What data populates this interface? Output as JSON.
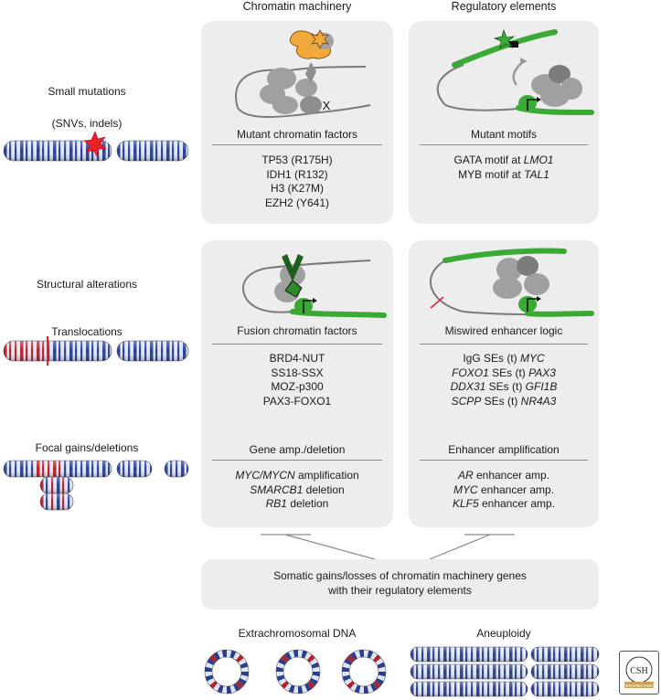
{
  "columns": {
    "chromatin_machinery": "Chromatin machinery",
    "regulatory_elements": "Regulatory elements"
  },
  "rows": {
    "small_mutations": "Small mutations",
    "snv_indels": "(SNVs, indels)",
    "structural_alterations": "Structural alterations",
    "translocations": "Translocations",
    "focal_gains_deletions": "Focal gains/deletions"
  },
  "panels": {
    "mutant_chromatin_factors": {
      "title": "Mutant chromatin factors",
      "items": [
        "TP53 (R175H)",
        "IDH1 (R132)",
        "H3 (K27M)",
        "EZH2 (Y641)"
      ]
    },
    "mutant_motifs": {
      "title": "Mutant motifs",
      "items": [
        {
          "text": "GATA motif at ",
          "gene": "LMO1"
        },
        {
          "text": "MYB motif at ",
          "gene": "TAL1"
        }
      ]
    },
    "fusion_chromatin_factors": {
      "title": "Fusion chromatin factors",
      "items": [
        "BRD4-NUT",
        "SS18-SSX",
        "MOZ-p300",
        "PAX3-FOXO1"
      ]
    },
    "miswired_enhancer_logic": {
      "title": "Miswired enhancer logic",
      "items": [
        {
          "pre": "",
          "a": "",
          "mid": "IgG SEs (t) ",
          "b": "MYC"
        },
        {
          "pre": "",
          "a": "FOXO1",
          "mid": " SEs (t) ",
          "b": "PAX3"
        },
        {
          "pre": "",
          "a": "DDX31",
          "mid": " SEs (t) ",
          "b": "GFI1B"
        },
        {
          "pre": "",
          "a": "SCPP",
          "mid": " SEs (t) ",
          "b": "NR4A3"
        }
      ]
    },
    "gene_amp_deletion": {
      "title": "Gene amp./deletion",
      "items": [
        {
          "gene": "MYC/MYCN",
          "text": " amplification"
        },
        {
          "gene": "SMARCB1",
          "text": " deletion"
        },
        {
          "gene": "RB1",
          "text": " deletion"
        }
      ]
    },
    "enhancer_amplification": {
      "title": "Enhancer amplification",
      "items": [
        {
          "gene": "AR",
          "text": " enhancer amp."
        },
        {
          "gene": "MYC",
          "text": " enhancer amp."
        },
        {
          "gene": "KLF5",
          "text": " enhancer amp."
        }
      ]
    }
  },
  "bottom": {
    "summary_line1": "Somatic gains/losses of chromatin machinery genes",
    "summary_line2": "with their regulatory elements",
    "extrachromosomal": "Extrachromosomal DNA",
    "aneuploidy": "Aneuploidy"
  },
  "diagram_labels": {
    "x_mark": "X"
  },
  "logo": {
    "line1": "CSH",
    "line2": "PERSPECTIVES"
  },
  "colors": {
    "panel_bg": "#ededed",
    "chromosome_blue": "#2a3f8f",
    "chromosome_red": "#b3202a",
    "protein_gray": "#9a9a9a",
    "enhancer_green": "#3aaa35",
    "mutation_red": "#e8202a",
    "orange_factor": "#f2a93b"
  }
}
